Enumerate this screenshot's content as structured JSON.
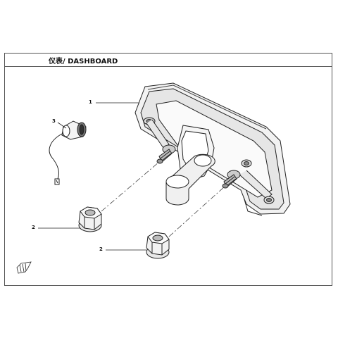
{
  "title": "仪表/ DASHBOARD",
  "callouts": [
    {
      "label": "1"
    },
    {
      "label": "2"
    },
    {
      "label": "2"
    },
    {
      "label": "3"
    }
  ],
  "icons": [
    "dashboard-assembly",
    "hex-flange-nut",
    "connector-cap",
    "front-direction-arrow-icon"
  ]
}
